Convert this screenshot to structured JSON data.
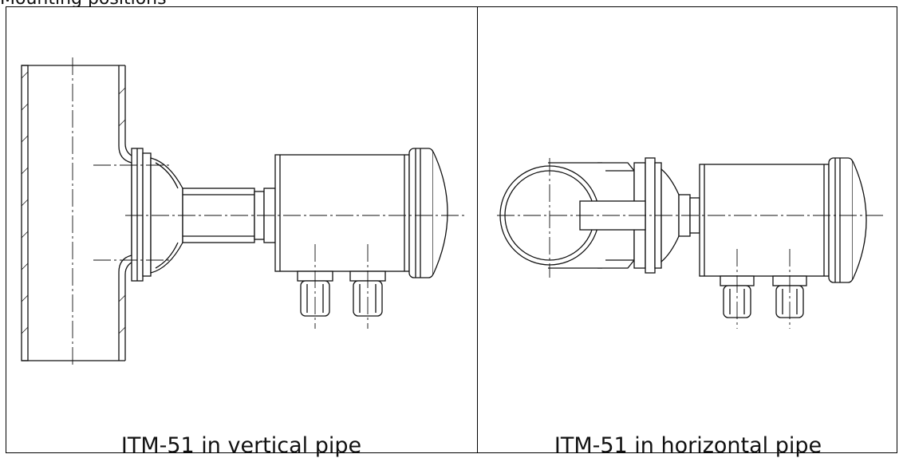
{
  "top_caption": "Mounting positions",
  "panels": {
    "left": {
      "caption": "ITM-51 in vertical pipe"
    },
    "right": {
      "caption": "ITM-51 in horizontal pipe"
    }
  }
}
